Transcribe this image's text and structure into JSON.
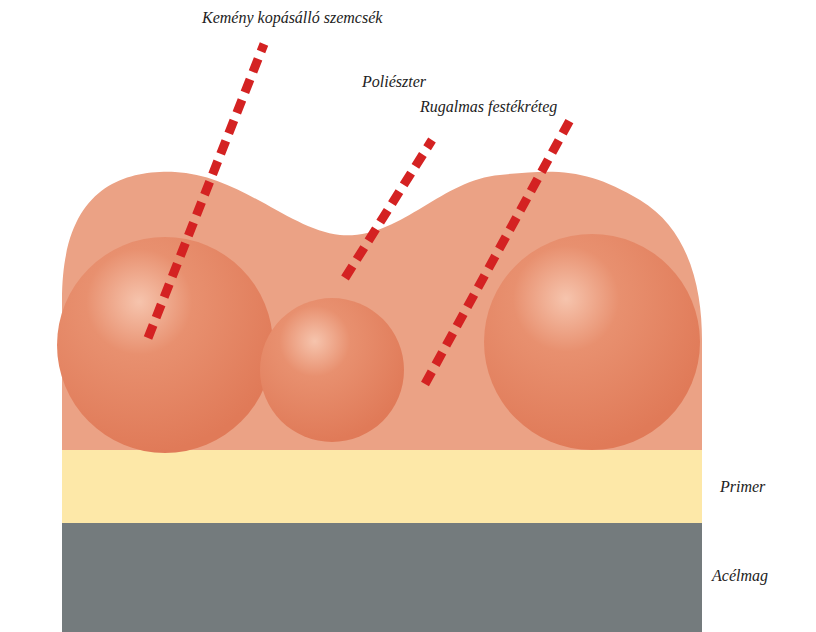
{
  "diagram": {
    "labels": [
      "Kemény kopásálló szemcsék",
      "Poliészter",
      "Rugalmas festékréteg",
      "Primer",
      "Acélmag"
    ]
  }
}
